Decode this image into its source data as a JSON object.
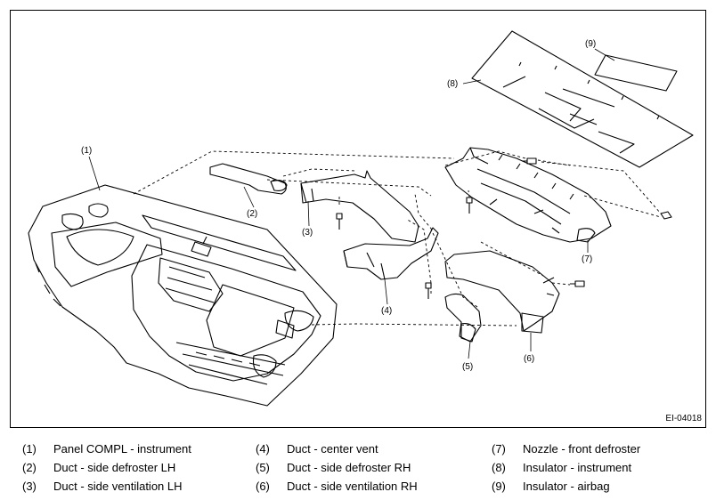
{
  "figure_id": "EI-04018",
  "callouts": [
    "(1)",
    "(2)",
    "(3)",
    "(4)",
    "(5)",
    "(6)",
    "(7)",
    "(8)",
    "(9)"
  ],
  "legend": [
    {
      "num": "(1)",
      "text": "Panel COMPL - instrument"
    },
    {
      "num": "(2)",
      "text": "Duct - side defroster LH"
    },
    {
      "num": "(3)",
      "text": "Duct - side ventilation LH"
    },
    {
      "num": "(4)",
      "text": "Duct - center vent"
    },
    {
      "num": "(5)",
      "text": "Duct - side defroster RH"
    },
    {
      "num": "(6)",
      "text": "Duct - side ventilation RH"
    },
    {
      "num": "(7)",
      "text": "Nozzle - front defroster"
    },
    {
      "num": "(8)",
      "text": "Insulator - instrument"
    },
    {
      "num": "(9)",
      "text": "Insulator - airbag"
    }
  ]
}
